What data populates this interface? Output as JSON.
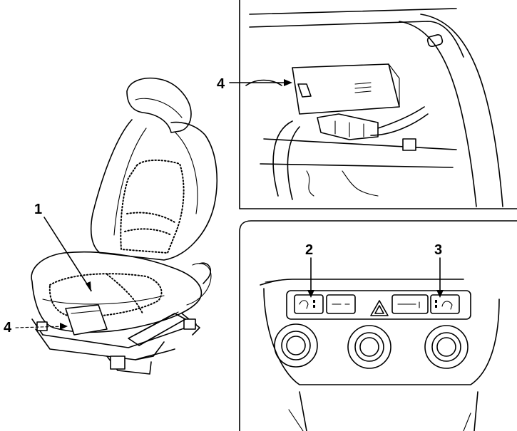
{
  "callouts": {
    "seat_heater_element": "1",
    "left_heater_switch": "2",
    "right_heater_switch": "3",
    "connector_seat": "4",
    "connector_console": "4"
  }
}
